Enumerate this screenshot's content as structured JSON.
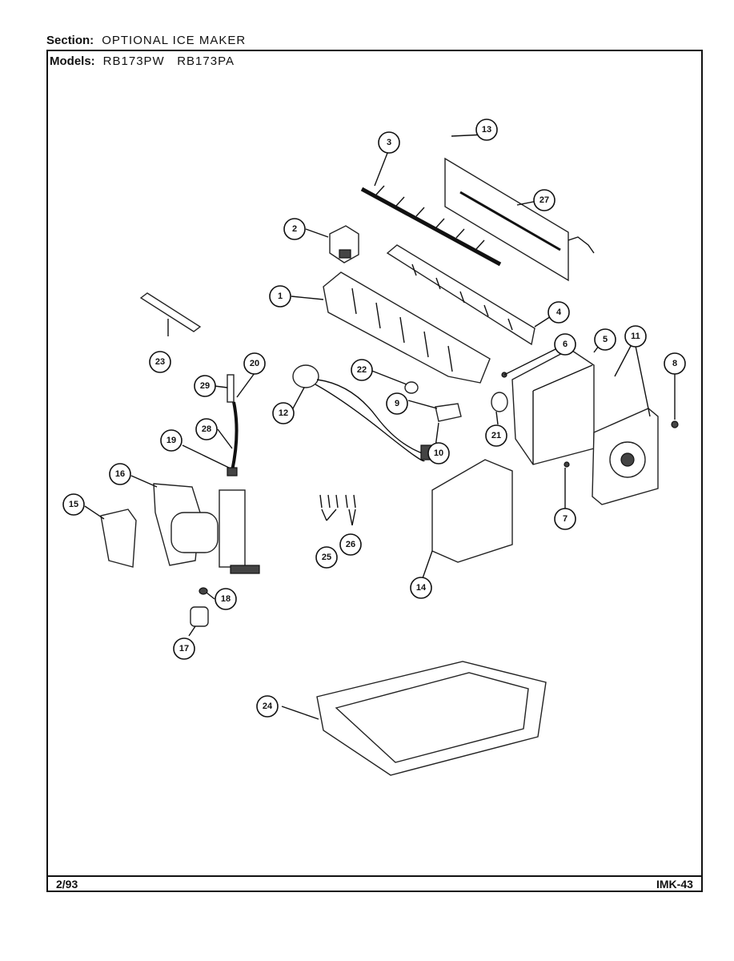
{
  "header": {
    "section_label": "Section:",
    "section_value": "OPTIONAL ICE MAKER",
    "models_label": "Models:",
    "models_value": "RB173PW   RB173PA"
  },
  "footer": {
    "date": "2/93",
    "page_code": "IMK-43"
  },
  "callouts": [
    "1",
    "2",
    "3",
    "4",
    "5",
    "6",
    "7",
    "8",
    "9",
    "10",
    "11",
    "12",
    "13",
    "14",
    "15",
    "16",
    "17",
    "18",
    "19",
    "20",
    "21",
    "22",
    "23",
    "24",
    "25",
    "26",
    "27",
    "28",
    "29"
  ]
}
